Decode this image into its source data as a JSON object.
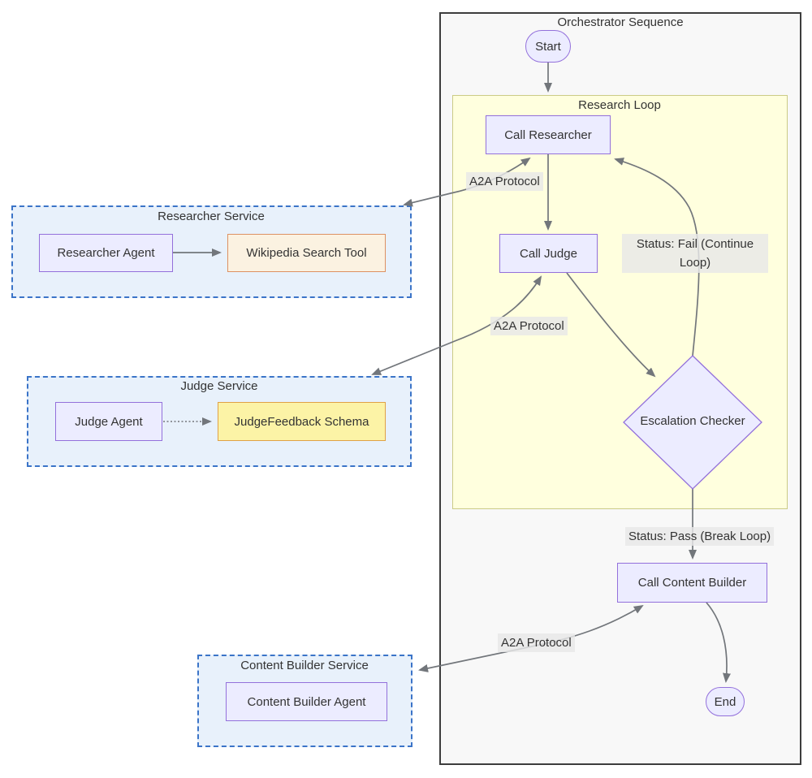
{
  "diagram": {
    "orchestrator": {
      "title": "Orchestrator Sequence"
    },
    "research_loop": {
      "title": "Research Loop"
    },
    "nodes": {
      "start": "Start",
      "call_researcher": "Call Researcher",
      "call_judge": "Call Judge",
      "escalation_checker": "Escalation Checker",
      "call_content_builder": "Call Content Builder",
      "end": "End"
    },
    "edge_labels": {
      "a2a_researcher": "A2A Protocol",
      "a2a_judge": "A2A Protocol",
      "a2a_content_builder": "A2A Protocol",
      "status_fail": "Status: Fail (Continue Loop)",
      "status_pass": "Status: Pass (Break Loop)"
    },
    "services": {
      "researcher": {
        "title": "Researcher Service",
        "agent": "Researcher Agent",
        "tool": "Wikipedia Search Tool"
      },
      "judge": {
        "title": "Judge Service",
        "agent": "Judge Agent",
        "schema": "JudgeFeedback Schema"
      },
      "content_builder": {
        "title": "Content Builder Service",
        "agent": "Content Builder Agent"
      }
    },
    "colors": {
      "node_fill": "#ececff",
      "node_border": "#9370db",
      "tool_fill": "#fbf2e1",
      "tool_border": "#dd9163",
      "schema_fill": "#fcf3a6",
      "schema_border": "#e0a146",
      "loop_fill": "#ffffde",
      "loop_border": "#cbcb86",
      "service_fill": "#e8f1fb",
      "service_border": "#3b74c8",
      "orchestrator_fill": "#f8f8f8",
      "orchestrator_border": "#3d3d3d",
      "edge": "#72767b",
      "edge_label_bg": "#e8e8e8",
      "text": "#333333"
    }
  }
}
